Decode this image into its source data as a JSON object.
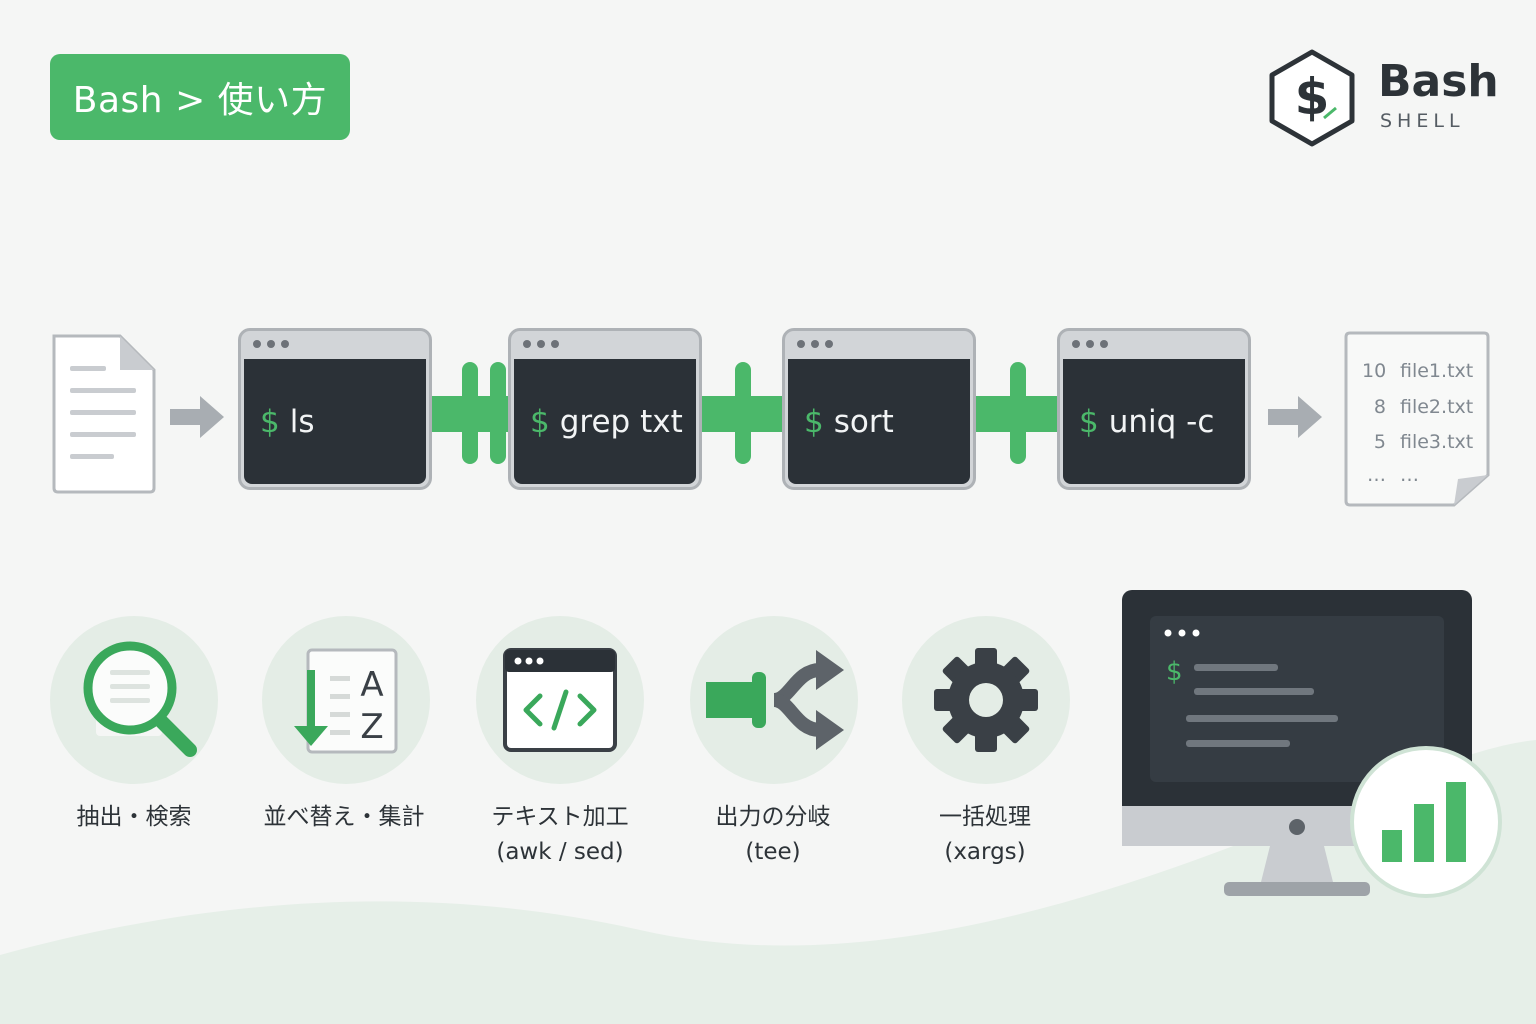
{
  "badge": {
    "text": "Bash > 使い方"
  },
  "logo": {
    "title": "Bash",
    "subtitle": "SHELL",
    "symbol": "$"
  },
  "colors": {
    "accent": "#4bb86a",
    "terminal": "#2b3137",
    "background": "#f5f6f5"
  },
  "pipeline": {
    "input_icon": "document-icon",
    "stages": [
      {
        "prompt": "$",
        "command": "ls"
      },
      {
        "prompt": "$",
        "command": "grep txt"
      },
      {
        "prompt": "$",
        "command": "sort"
      },
      {
        "prompt": "$",
        "command": "uniq -c"
      }
    ],
    "output": [
      {
        "count": "10",
        "file": "file1.txt"
      },
      {
        "count": "8",
        "file": "file2.txt"
      },
      {
        "count": "5",
        "file": "file3.txt"
      },
      {
        "count": "…",
        "file": "…"
      }
    ]
  },
  "features": [
    {
      "icon": "magnifier-icon",
      "label": "抽出・検索"
    },
    {
      "icon": "sort-az-icon",
      "label": "並べ替え・集計"
    },
    {
      "icon": "code-window-icon",
      "label": "テキスト加工\n(awk / sed)"
    },
    {
      "icon": "branch-split-icon",
      "label": "出力の分岐\n(tee)"
    },
    {
      "icon": "gear-icon",
      "label": "一括処理\n(xargs)"
    }
  ],
  "monitor": {
    "prompt": "$",
    "icon": "bar-chart-icon"
  }
}
